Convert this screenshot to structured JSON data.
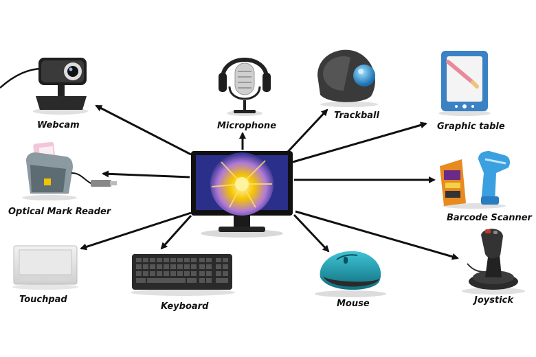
{
  "center": {
    "name": "Computer Monitor"
  },
  "devices": [
    {
      "id": "webcam",
      "label": "Webcam",
      "icon": "webcam-icon"
    },
    {
      "id": "microphone",
      "label": "Microphone",
      "icon": "microphone-icon"
    },
    {
      "id": "trackball",
      "label": "Trackball",
      "icon": "trackball-icon"
    },
    {
      "id": "graphic-table",
      "label": "Graphic table",
      "icon": "graphic-tablet-icon"
    },
    {
      "id": "optical-mark-reader",
      "label": "Optical Mark Reader",
      "icon": "optical-mark-reader-icon"
    },
    {
      "id": "barcode-scanner",
      "label": "Barcode Scanner",
      "icon": "barcode-scanner-icon"
    },
    {
      "id": "touchpad",
      "label": "Touchpad",
      "icon": "touchpad-icon"
    },
    {
      "id": "keyboard",
      "label": "Keyboard",
      "icon": "keyboard-icon"
    },
    {
      "id": "mouse",
      "label": "Mouse",
      "icon": "mouse-icon"
    },
    {
      "id": "joystick",
      "label": "Joystick",
      "icon": "joystick-icon"
    }
  ],
  "colors": {
    "arrow": "#111111",
    "screen_bg": "#2a2f8a",
    "flower": "#f5c400",
    "device_dark": "#2b2b2b",
    "tablet_blue": "#3b82c4",
    "mouse_teal": "#1a8fa0"
  }
}
